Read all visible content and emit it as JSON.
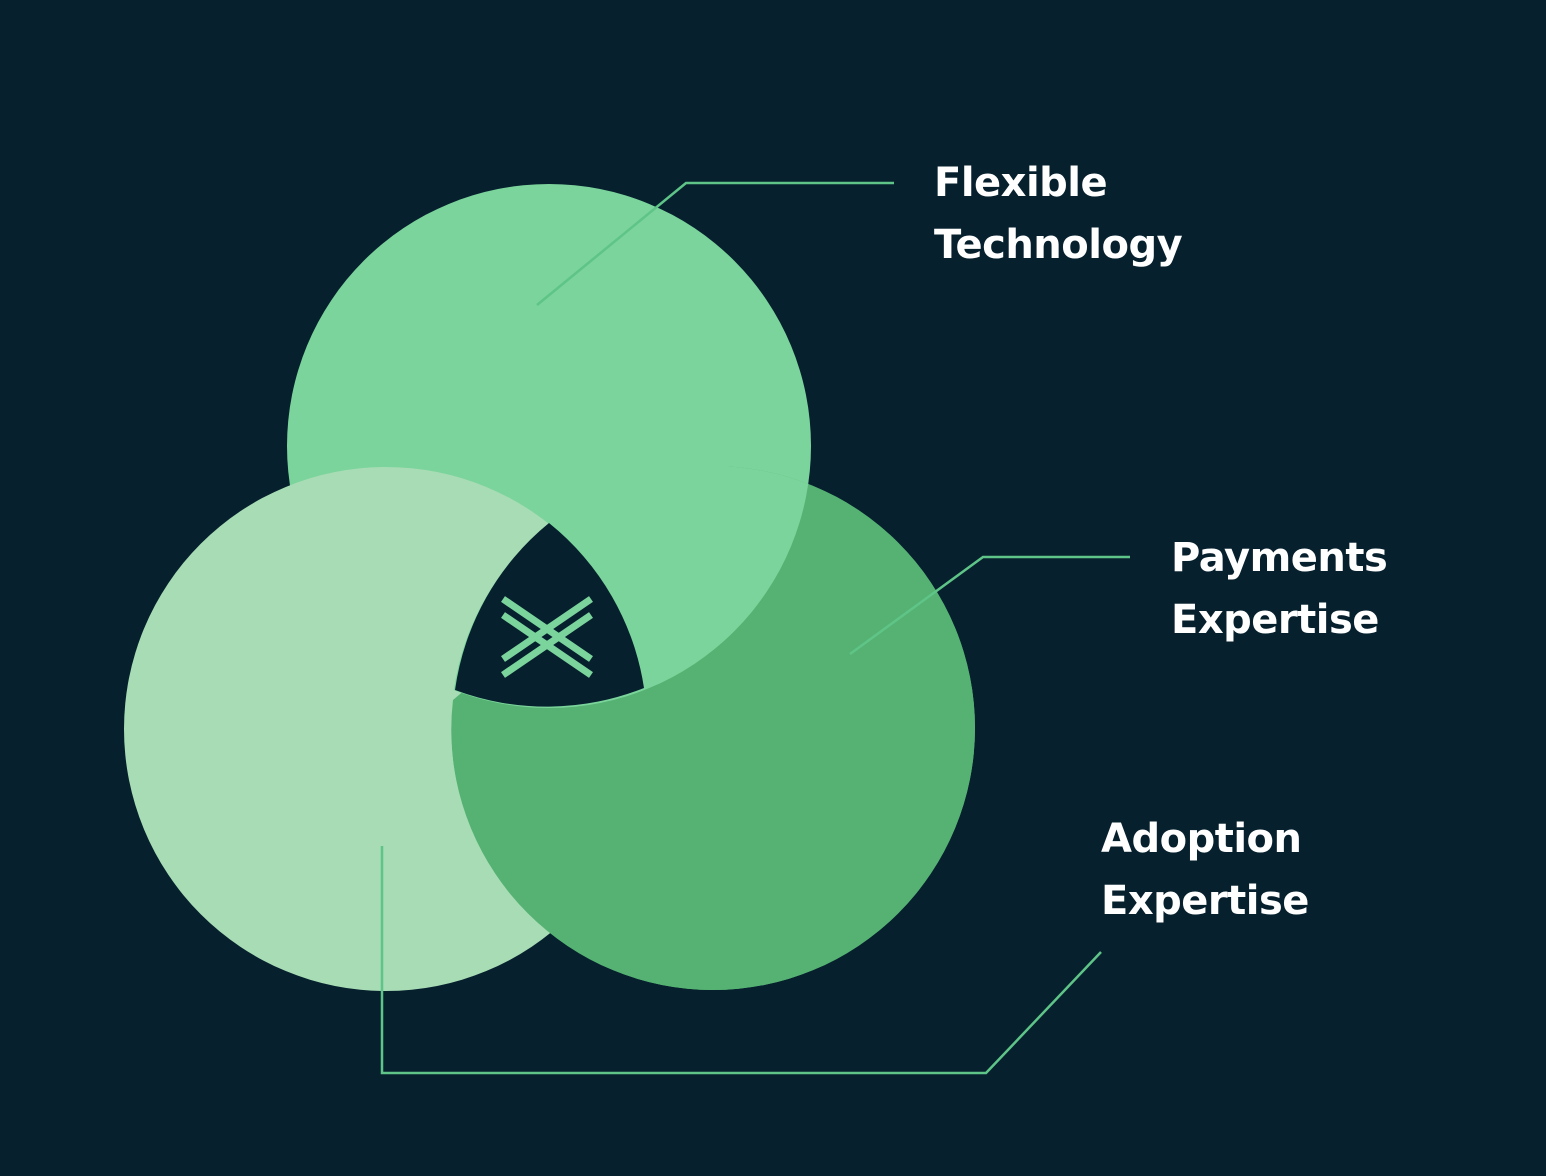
{
  "colors": {
    "background": "#06202e",
    "circle_top": "#7bd49b",
    "circle_right": "#55b272",
    "circle_left": "#a7dcb4",
    "leader_line": "#5fc487",
    "label_text": "#ffffff",
    "logo": "#7bd49b"
  },
  "logo": {
    "icon": "x-chevron-logo-icon"
  },
  "diagram": {
    "sets": [
      {
        "id": "top",
        "lines": [
          "Flexible",
          "Technology"
        ]
      },
      {
        "id": "right",
        "lines": [
          "Payments",
          "Expertise"
        ]
      },
      {
        "id": "left",
        "lines": [
          "Adoption",
          "Expertise"
        ]
      }
    ]
  }
}
